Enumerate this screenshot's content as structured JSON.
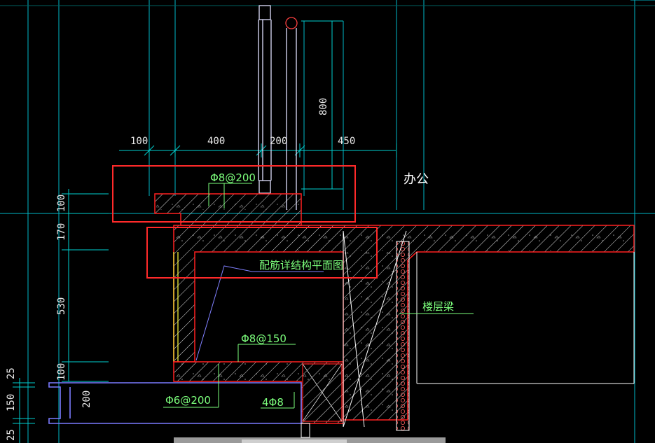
{
  "drawing": {
    "top_dimensions": [
      "100",
      "400",
      "200",
      "450"
    ],
    "vertical_dimension_top": "800",
    "left_dimensions": [
      "100",
      "170",
      "530",
      "100"
    ],
    "bottom_left_dimensions": [
      "25",
      "150",
      "25"
    ],
    "slab_thickness": "200",
    "room_label": "办公",
    "annotations": {
      "rebar_top": "Φ8@200",
      "rebar_note": "配筋详结构平面图",
      "rebar_mid": "Φ8@150",
      "rebar_slab": "Φ6@200",
      "rebar_corner": "4Φ8",
      "floor_beam": "楼层梁"
    }
  },
  "colors": {
    "background": "#000000",
    "concrete_outline": "#ff2020",
    "highlight_box": "#ff2a2a",
    "dimension_line": "#00d0d0",
    "text": "#e8e8e8",
    "leader": "#7cff7c",
    "slab_blue": "#7b7bff",
    "insulation": "#ffff40"
  }
}
